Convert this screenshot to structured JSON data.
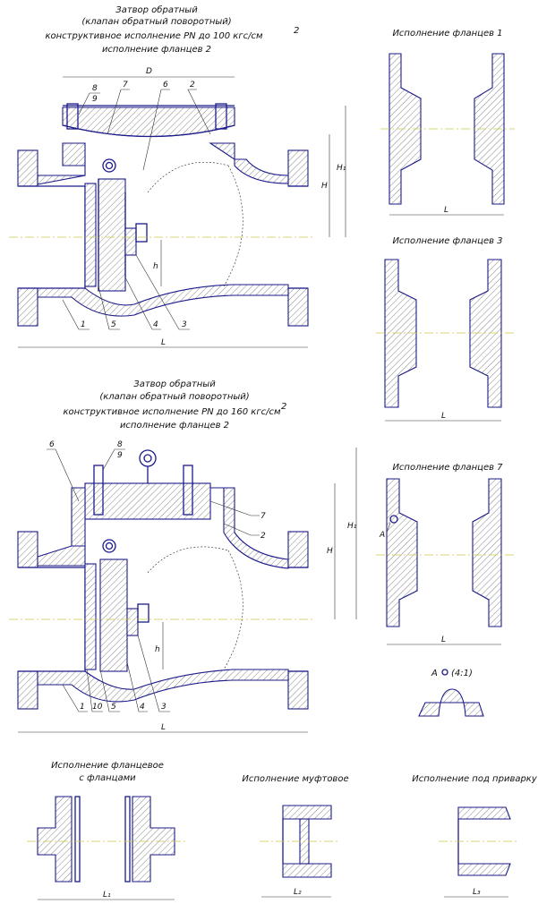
{
  "top_view": {
    "title_lines": [
      "Затвор обратный",
      "(клапан обратный поворотный)",
      "конструктивное исполнение PN до 100 кгс/см",
      "исполнение фланцев 2"
    ],
    "superscript": "2",
    "dims": {
      "D": "D",
      "H1": "H₁",
      "H": "H",
      "h": "h",
      "L": "L"
    },
    "parts": [
      "8",
      "9",
      "7",
      "6",
      "2",
      "1",
      "5",
      "4",
      "3"
    ]
  },
  "bottom_view": {
    "title_lines": [
      "Затвор обратный",
      "(клапан обратный поворотный)",
      "конструктивное исполнение PN до 160 кгс/см",
      "исполнение фланцев 2"
    ],
    "superscript": "2",
    "dims": {
      "H1": "H₁",
      "H": "H",
      "h": "h",
      "L": "L"
    },
    "parts": [
      "6",
      "8",
      "9",
      "7",
      "2",
      "1",
      "10",
      "5",
      "4",
      "3"
    ]
  },
  "flange_views": [
    {
      "title": "Исполнение фланцев 1",
      "dim": "L"
    },
    {
      "title": "Исполнение фланцев 3",
      "dim": "L"
    },
    {
      "title": "Исполнение фланцев 7",
      "dim": "L",
      "callout": "A"
    }
  ],
  "detail_a": {
    "label": "A",
    "scale": "(4:1)"
  },
  "bottom_row": [
    {
      "title_lines": [
        "Исполнение фланцевое",
        "с фланцами"
      ],
      "dim": "L₁"
    },
    {
      "title_lines": [
        "Исполнение муфтовое"
      ],
      "dim": "L₂"
    },
    {
      "title_lines": [
        "Исполнение под приварку"
      ],
      "dim": "L₃"
    }
  ]
}
